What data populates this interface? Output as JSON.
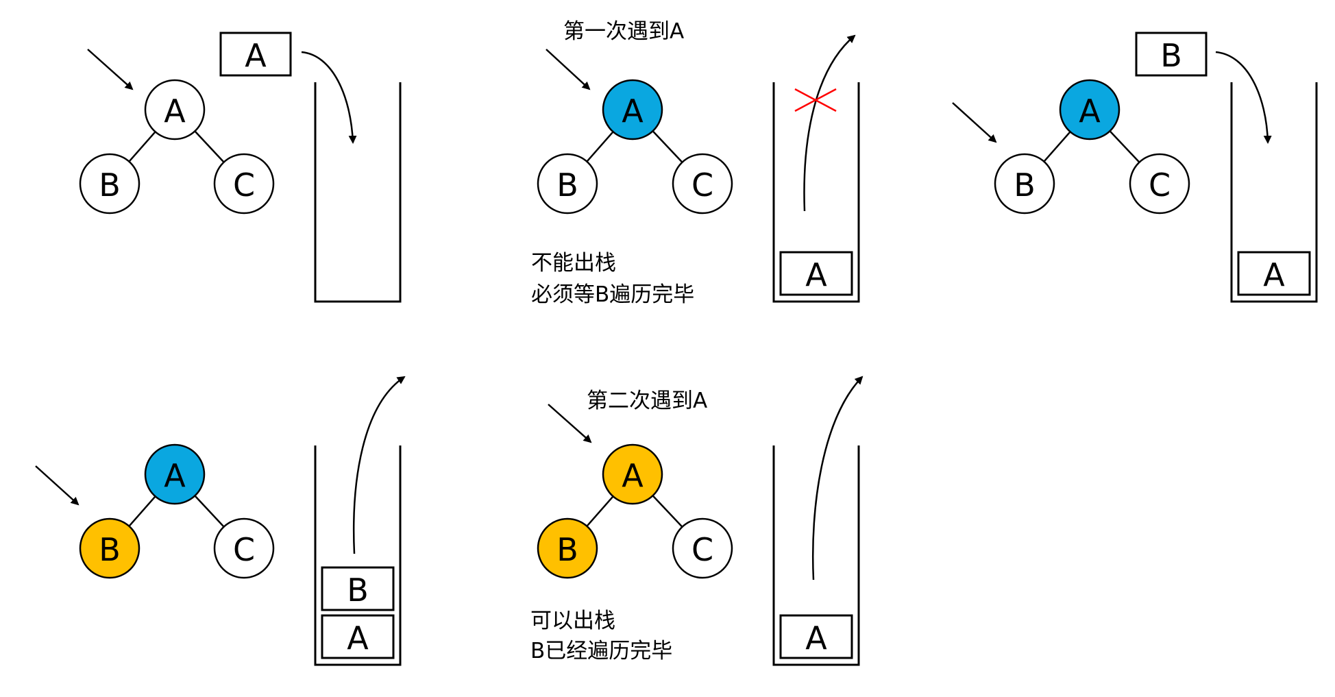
{
  "colors": {
    "default": "#ffffff",
    "visited_once": "#0aa7e0",
    "visited_twice": "#ffc000",
    "stroke": "#000000",
    "cross": "#ff0000"
  },
  "node_labels": {
    "root": "A",
    "left": "B",
    "right": "C"
  },
  "panels": [
    {
      "id": "p1",
      "node_states": {
        "root": "default",
        "left": "default",
        "right": "default"
      },
      "pointer_at": "root",
      "incoming_box": "A",
      "stack": [],
      "arrow": "push",
      "captions": {}
    },
    {
      "id": "p2",
      "node_states": {
        "root": "visited_once",
        "left": "default",
        "right": "default"
      },
      "pointer_at": "root",
      "stack": [
        "A"
      ],
      "arrow": "pop-blocked",
      "captions": {
        "header": "第一次遇到A",
        "note_line1": "不能出栈",
        "note_line2": "必须等B遍历完毕"
      }
    },
    {
      "id": "p3",
      "node_states": {
        "root": "visited_once",
        "left": "default",
        "right": "default"
      },
      "pointer_at": "left",
      "incoming_box": "B",
      "stack": [
        "A"
      ],
      "arrow": "push",
      "captions": {}
    },
    {
      "id": "p4",
      "node_states": {
        "root": "visited_once",
        "left": "visited_twice",
        "right": "default"
      },
      "pointer_at": "left",
      "stack": [
        "A",
        "B"
      ],
      "arrow": "pop",
      "captions": {}
    },
    {
      "id": "p5",
      "node_states": {
        "root": "visited_twice",
        "left": "visited_twice",
        "right": "default"
      },
      "pointer_at": "root",
      "stack": [
        "A"
      ],
      "arrow": "pop",
      "captions": {
        "header": "第二次遇到A",
        "note_line1": "可以出栈",
        "note_line2": "B已经遍历完毕"
      }
    }
  ]
}
